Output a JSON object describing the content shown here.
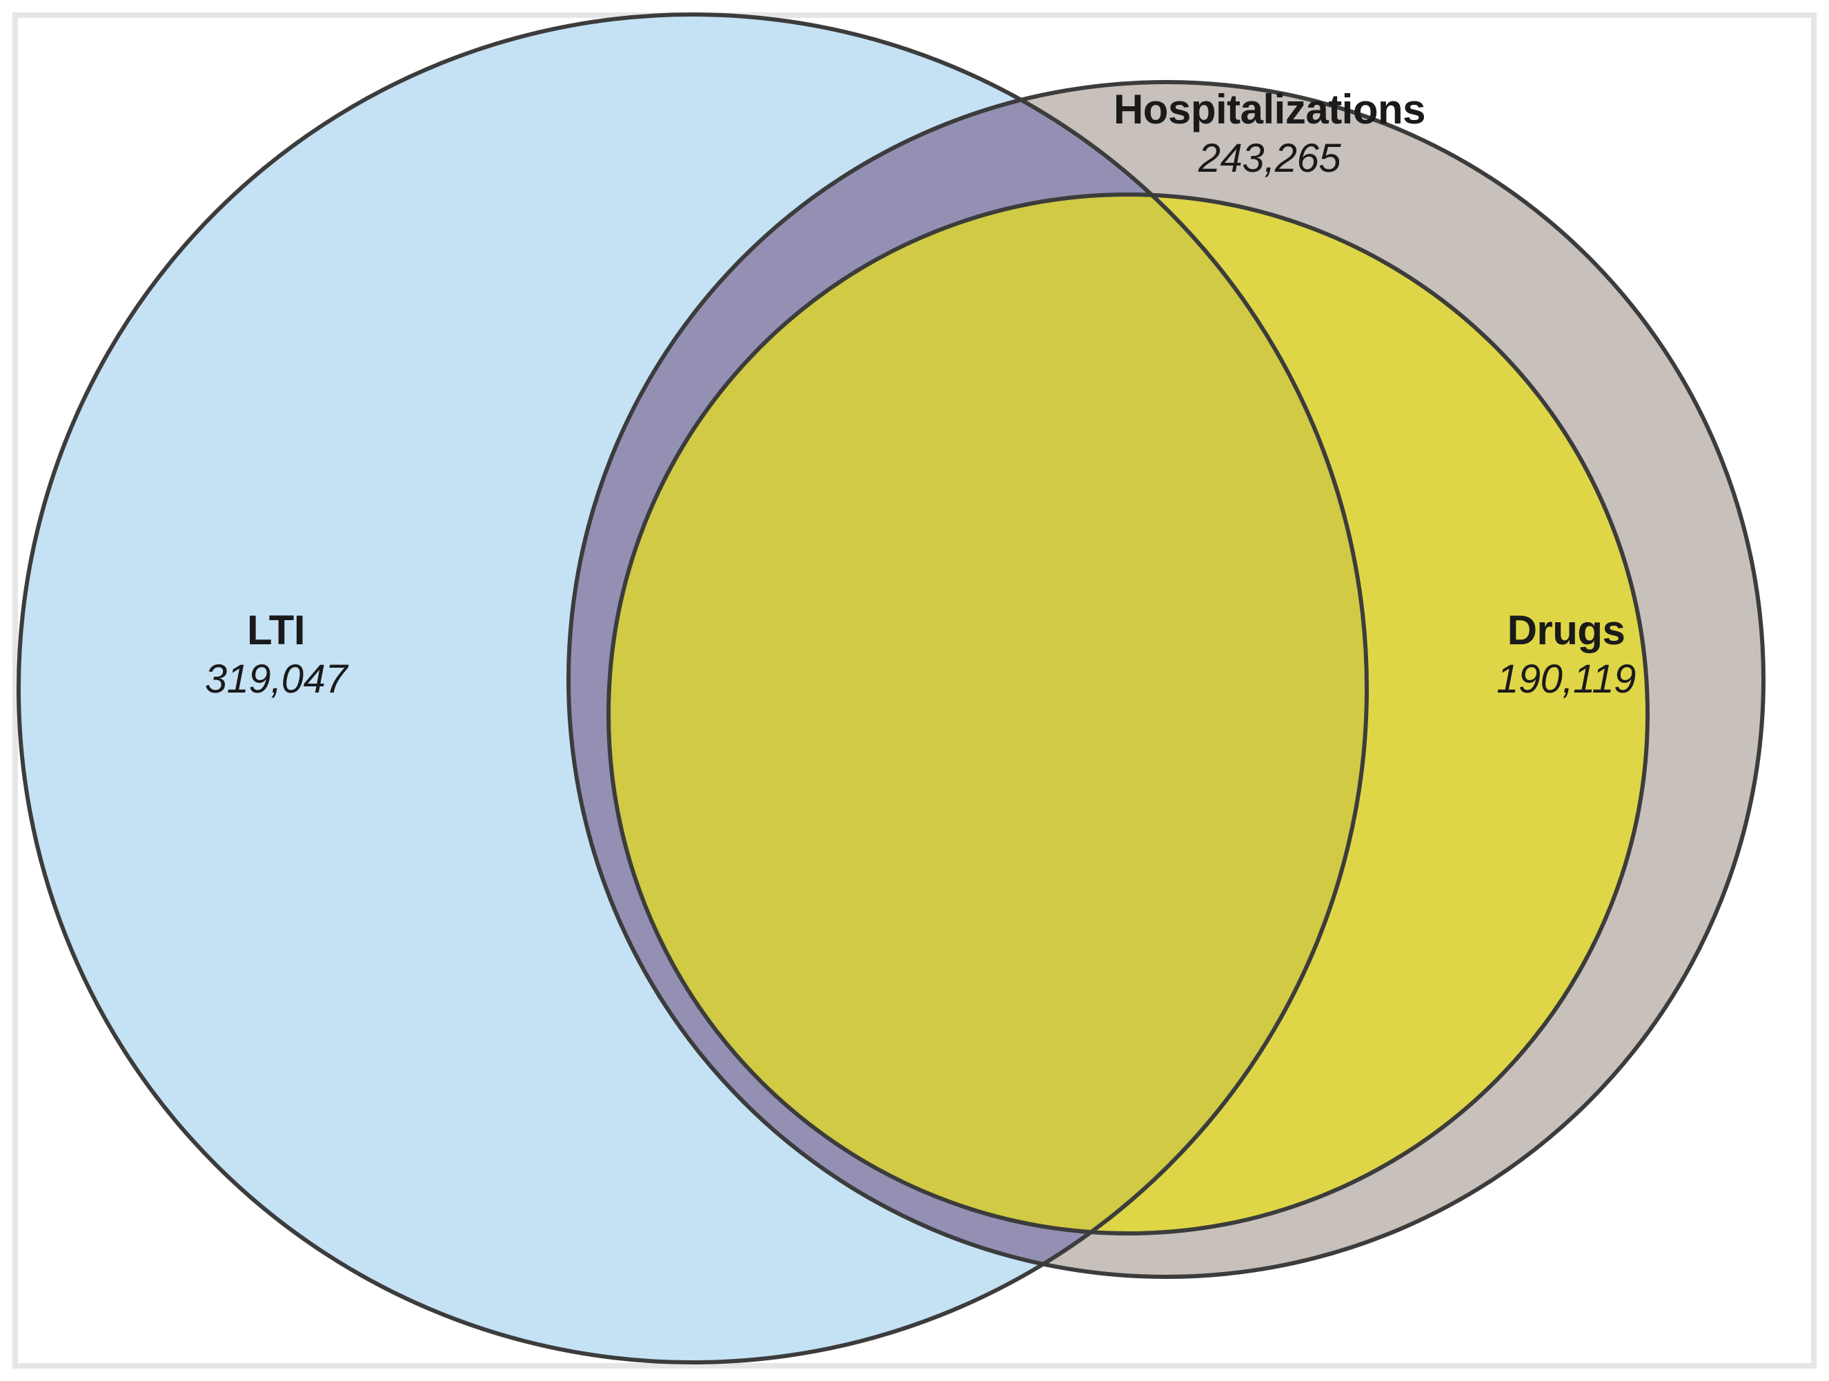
{
  "figure": {
    "type": "venn-diagram",
    "set_count": 3,
    "frame_color": "#e6e6e6",
    "background": "#ffffff"
  },
  "sets": [
    {
      "id": "lti",
      "label": "LTI",
      "value": "319,047",
      "fill": "#c5e2f5",
      "stroke": "#3c3c3c"
    },
    {
      "id": "hospitalizations",
      "label": "Hospitalizations",
      "value": "243,265",
      "fill": "#c7c0bb",
      "stroke": "#3c3c3c"
    },
    {
      "id": "drugs",
      "label": "Drugs",
      "value": "190,119",
      "fill": "#ded646",
      "stroke": "#3c3c3c"
    }
  ],
  "overlap_colors": {
    "lti_hospitalizations": "#9390b4",
    "lti_drugs": "#d0ca44",
    "lti_hospitalizations_drugs": "#d0ca44",
    "hospitalizations_drugs": "#ded646"
  },
  "chart_data": {
    "type": "venn",
    "title": "",
    "categories": [
      "LTI",
      "Hospitalizations",
      "Drugs"
    ],
    "values": [
      319047,
      243265,
      190119
    ],
    "value_labels": [
      "319,047",
      "243,265",
      "190,119"
    ],
    "colors": [
      "#c5e2f5",
      "#c7c0bb",
      "#ded646"
    ],
    "legend": "none",
    "grid": false,
    "notes": "Three overlapping translucent circles; Drugs circle lies almost entirely inside the Hospitalizations circle, and both overlap the LTI circle."
  }
}
